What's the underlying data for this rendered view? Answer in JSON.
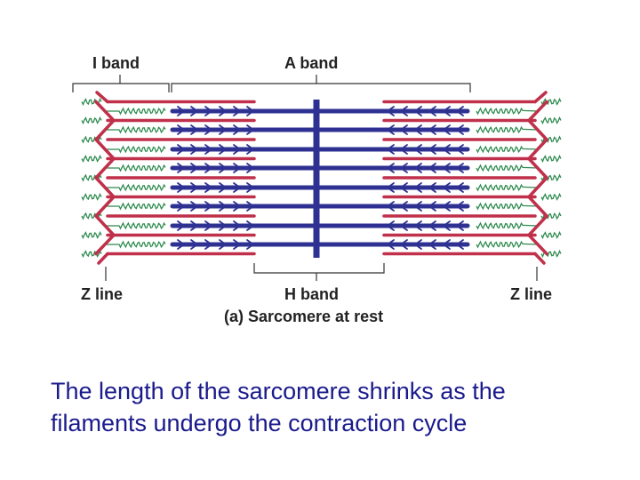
{
  "labels": {
    "i_band": "I band",
    "a_band": "A band",
    "z_line_left": "Z line",
    "h_band": "H band",
    "z_line_right": "Z line",
    "figure_caption": "(a) Sarcomere at rest"
  },
  "caption": {
    "line1": "The length of the sarcomere shrinks as the",
    "line2": "filaments undergo the contraction cycle"
  },
  "colors": {
    "thick_filament": "#2e3192",
    "thin_filament": "#c0304a",
    "titin": "#2e8b4f",
    "bracket": "#333333",
    "caption_text": "#1a1a8c"
  }
}
